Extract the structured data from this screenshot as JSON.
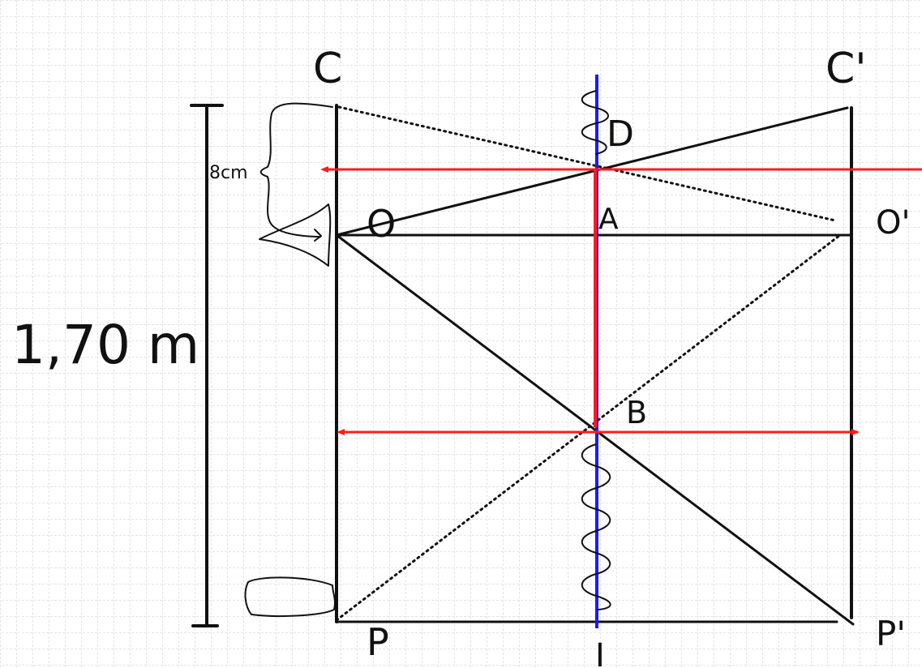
{
  "figure": {
    "description_free": true,
    "colors": {
      "background": "#ffffff",
      "grid": "#c8c8c8",
      "ink": "#111111",
      "mirror": "#1a1aff",
      "light_ray": "#ff1a1a"
    },
    "labels": {
      "c": "C",
      "c_prime": "C'",
      "d": "D",
      "o": "O",
      "o_prime": "O'",
      "a": "A",
      "b": "B",
      "p": "P",
      "p_prime": "P'",
      "i": "I",
      "height": "1,70 m",
      "eye_offset": "8cm"
    }
  }
}
